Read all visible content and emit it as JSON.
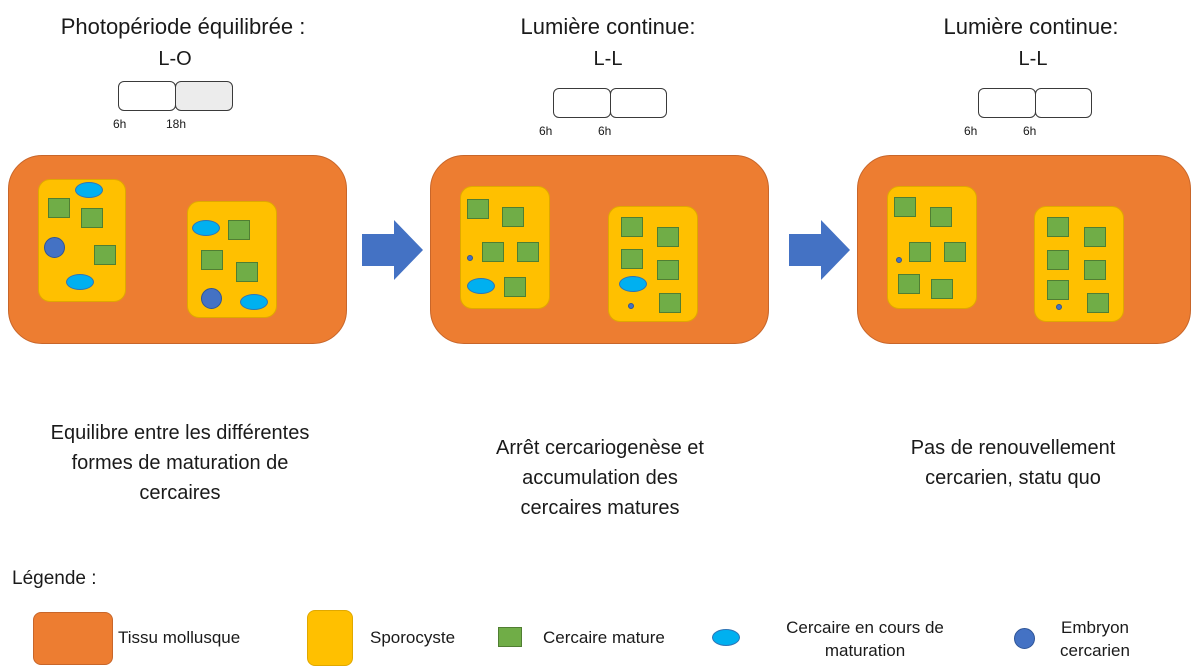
{
  "panels": [
    {
      "title": "Photopériode équilibrée :",
      "cycle": "L-O",
      "tick_start": "6h",
      "tick_end": "18h",
      "description": [
        "Equilibre entre les différentes",
        "formes de maturation de",
        "cercaires"
      ]
    },
    {
      "title": "Lumière continue:",
      "cycle": "L-L",
      "tick_start": "6h",
      "tick_end": "6h",
      "description": [
        "Arrêt cercariogenèse et",
        "accumulation des",
        "cercaires matures"
      ]
    },
    {
      "title": "Lumière continue:",
      "cycle": "L-L",
      "tick_start": "6h",
      "tick_end": "6h",
      "description": [
        "Pas de renouvellement",
        "cercarien, statu quo"
      ]
    }
  ],
  "legend": {
    "title": "Légende :",
    "items": [
      {
        "label": "Tissu mollusque"
      },
      {
        "label": "Sporocyste"
      },
      {
        "label": "Cercaire mature"
      },
      {
        "label_lines": [
          "Cercaire en cours de",
          "maturation"
        ]
      },
      {
        "label_lines": [
          "Embryon",
          "cercarien"
        ]
      }
    ]
  },
  "colors": {
    "tissue": "#ed7d31",
    "sporocyst": "#ffc000",
    "mature_cercaria": "#70ad47",
    "maturing_cercaria": "#00b0f0",
    "embryo": "#4472c4",
    "arrow": "#4472c4",
    "dark_period": "#ececec"
  }
}
